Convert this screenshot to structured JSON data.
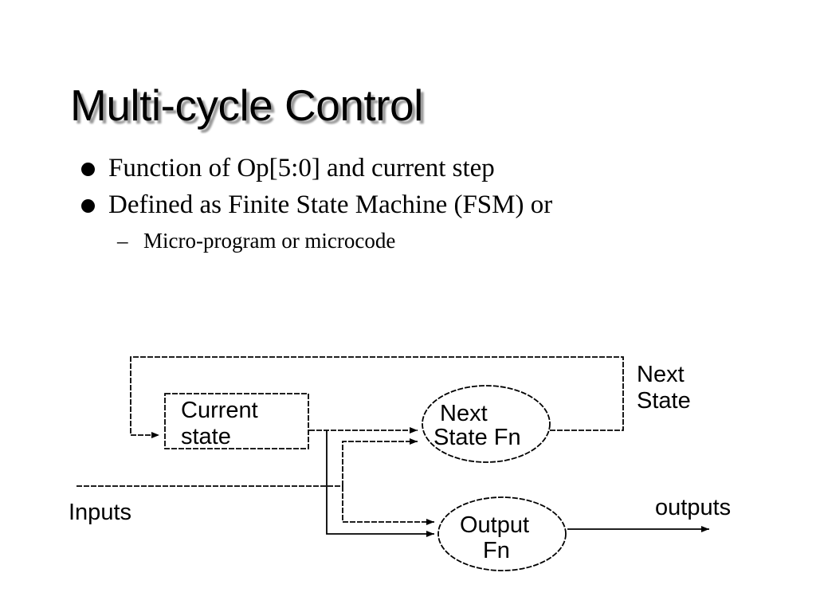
{
  "slide": {
    "title": "Multi-cycle Control",
    "bullets": [
      "Function of Op[5:0] and current step",
      "Defined as Finite State Machine (FSM) or"
    ],
    "sub_bullets": [
      "Micro-program or microcode"
    ],
    "sub_marker": "–"
  },
  "diagram": {
    "current_state": [
      "Current",
      "state"
    ],
    "next_state_fn": [
      "Next",
      "State Fn"
    ],
    "output_fn": [
      "Output",
      "Fn"
    ],
    "next_state_label": [
      "Next",
      "State"
    ],
    "inputs_label": "Inputs",
    "outputs_label": "outputs"
  }
}
